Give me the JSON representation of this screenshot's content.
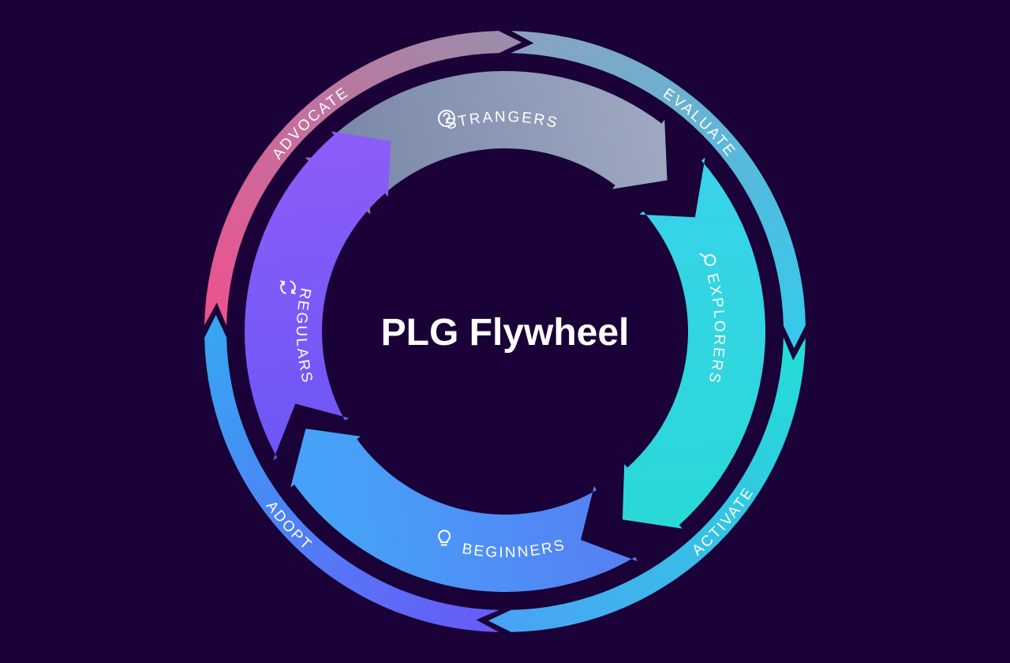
{
  "title": "PLG Flywheel",
  "outer_ring": [
    {
      "label": "EVALUATE"
    },
    {
      "label": "ACTIVATE"
    },
    {
      "label": "ADOPT"
    },
    {
      "label": "ADVOCATE"
    }
  ],
  "inner_ring": [
    {
      "label": "STRANGERS",
      "icon": "question-circle-icon"
    },
    {
      "label": "EXPLORERS",
      "icon": "magnifier-icon"
    },
    {
      "label": "BEGINNERS",
      "icon": "lightbulb-icon"
    },
    {
      "label": "REGULARS",
      "icon": "refresh-icon"
    }
  ],
  "colors": {
    "background": "#1a0238",
    "evaluate_start": "#8ea0bf",
    "evaluate_end": "#36c9ec",
    "activate_start": "#22e0d6",
    "activate_end": "#4aa2f4",
    "adopt_start": "#36a6f2",
    "adopt_end": "#6a58f8",
    "advocate_start": "#f0508e",
    "advocate_end": "#9a8eaa",
    "strangers_start": "#7886a8",
    "strangers_end": "#a0aac2",
    "explorers_start": "#3ad2ec",
    "explorers_end": "#2ad8d8",
    "beginners_start": "#46a2f8",
    "beginners_end": "#5a76f2",
    "regulars_start": "#8a5cf8",
    "regulars_end": "#6656f6"
  }
}
